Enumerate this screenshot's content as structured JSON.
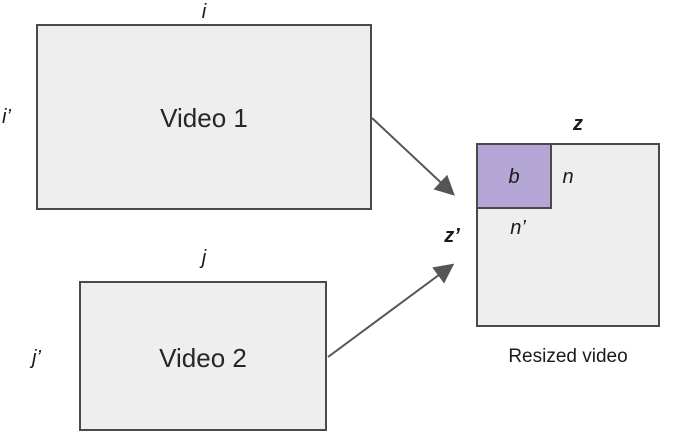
{
  "colors": {
    "box_fill": "#eeeeee",
    "box_stroke": "#4a4a4a",
    "block_fill": "#b4a7d6",
    "arrow": "#555555"
  },
  "video1": {
    "label": "Video 1",
    "width_label": "i",
    "height_label": "i’"
  },
  "video2": {
    "label": "Video 2",
    "width_label": "j",
    "height_label": "j’"
  },
  "resized": {
    "caption": "Resized video",
    "width_label": "z",
    "height_label": "z’",
    "block": {
      "label": "b",
      "width_label": "n",
      "height_label": "n’"
    }
  }
}
